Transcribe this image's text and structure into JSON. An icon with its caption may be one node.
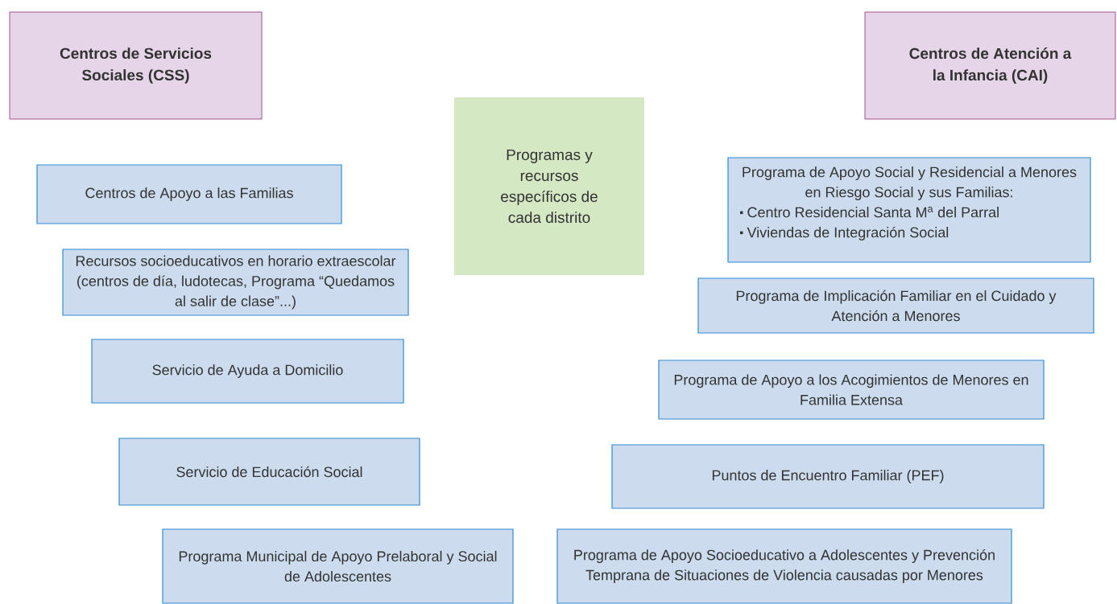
{
  "diagram": {
    "nodes": [
      {
        "text": [
          "Centros de Servicios Sociales (CSS)"
        ]
      },
      {
        "text": [
          "Centros de Atención a la Infancia (CAI)"
        ]
      },
      {
        "text": [
          "Programas y recursos específicos de cada distrito"
        ]
      },
      {
        "text": [
          "Centros de Apoyo a las Familias"
        ]
      },
      {
        "text": [
          "Recursos socioeducativos en horario extraescolar (centros de día, ludotecas, Programa “Quedamos al salir de clase”...)"
        ]
      },
      {
        "text": [
          "Servicio de Ayuda a Domicilio"
        ]
      },
      {
        "text": [
          "Servicio de Educación Social"
        ]
      },
      {
        "text": [
          "Programa Municipal de Apoyo Prelaboral y Social de Adolescentes"
        ]
      },
      {
        "text": [
          "Programa de Apoyo Social y Residencial a Menores en Riesgo Social y sus Familias:",
          "Centro Residencial Santa M$^{a}$ del Parral",
          "Viviendas de Integración Social"
        ]
      },
      {
        "text": [
          "Programa de Implicación Familiar en el Cuidado y Atención a Menores"
        ]
      },
      {
        "text": [
          "Programa de Apoyo a los Acogimientos de Menores en Familia Extensa"
        ]
      },
      {
        "text": [
          "Puntos de Encuentro Familiar (PEF)"
        ]
      },
      {
        "text": [
          "Programa de Apoyo Socioeducativo a Adolescentes y Prevención Temprana de Situaciones de Violencia causadas por Menores"
        ]
      }
    ]
  }
}
